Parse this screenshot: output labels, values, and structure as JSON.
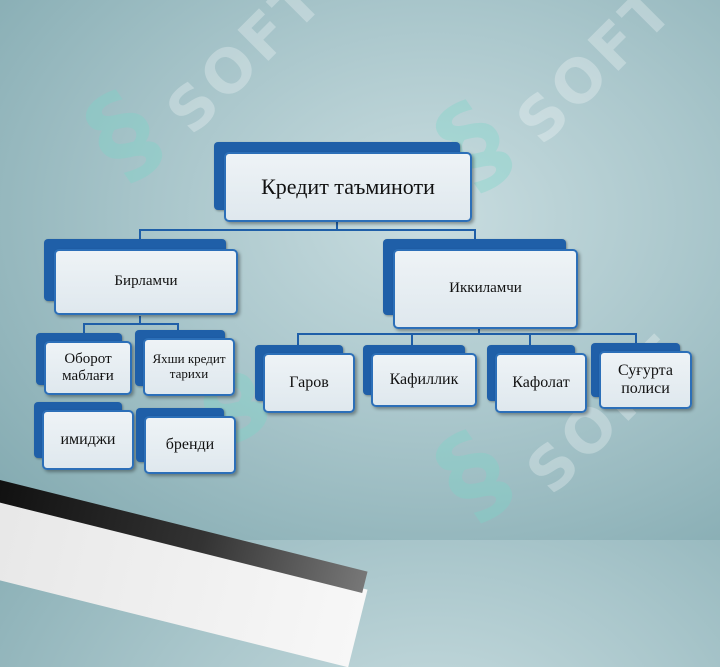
{
  "diagram": {
    "root": "Кредит таъминоти",
    "primary": {
      "label": "Бирламчи",
      "children": [
        "Оборот маблағи",
        "Яхши кредит тарихи",
        "имиджи",
        "бренди"
      ]
    },
    "secondary": {
      "label": "Иккиламчи",
      "children": [
        "Гаров",
        "Кафиллик",
        "Кафолат",
        "Суғурта полиси"
      ]
    }
  },
  "colors": {
    "node_back": "#1f5fa8",
    "node_border": "#2c6fb8",
    "node_fill": "#e8eff3",
    "connector": "#1f5fa8"
  }
}
